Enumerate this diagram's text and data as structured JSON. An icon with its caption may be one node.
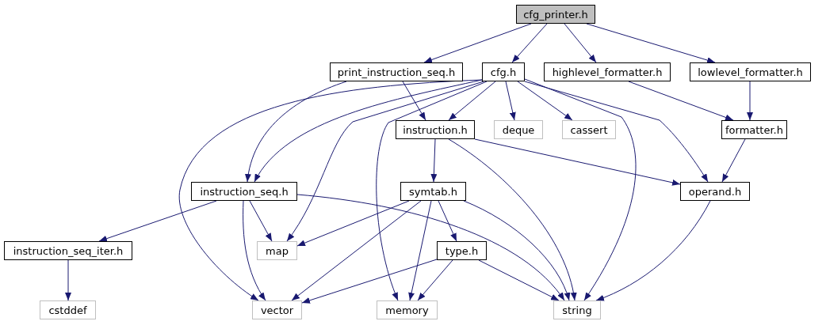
{
  "diagram": {
    "nodes": [
      {
        "text": [
          "cfg_printer.h"
        ]
      },
      {
        "text": [
          "print_instruction_seq.h"
        ]
      },
      {
        "text": [
          "cfg.h"
        ]
      },
      {
        "text": [
          "highlevel_formatter.h"
        ]
      },
      {
        "text": [
          "lowlevel_formatter.h"
        ]
      },
      {
        "text": [
          "instruction.h"
        ]
      },
      {
        "text": [
          "deque"
        ]
      },
      {
        "text": [
          "cassert"
        ]
      },
      {
        "text": [
          "formatter.h"
        ]
      },
      {
        "text": [
          "instruction_seq.h"
        ]
      },
      {
        "text": [
          "symtab.h"
        ]
      },
      {
        "text": [
          "operand.h"
        ]
      },
      {
        "text": [
          "instruction_seq_iter.h"
        ]
      },
      {
        "text": [
          "map"
        ]
      },
      {
        "text": [
          "type.h"
        ]
      },
      {
        "text": [
          "cstddef"
        ]
      },
      {
        "text": [
          "vector"
        ]
      },
      {
        "text": [
          "memory"
        ]
      },
      {
        "text": [
          "string"
        ]
      }
    ],
    "edges": [
      {
        "from": 0,
        "to": 1,
        "arrow": "to"
      },
      {
        "from": 0,
        "to": 2,
        "arrow": "to"
      },
      {
        "from": 0,
        "to": 3,
        "arrow": "to"
      },
      {
        "from": 0,
        "to": 4,
        "arrow": "to"
      },
      {
        "from": 1,
        "to": 9,
        "arrow": "to"
      },
      {
        "from": 1,
        "to": 5,
        "arrow": "to"
      },
      {
        "from": 2,
        "to": 9,
        "arrow": "to"
      },
      {
        "from": 2,
        "to": 16,
        "arrow": "to"
      },
      {
        "from": 2,
        "to": 13,
        "arrow": "to"
      },
      {
        "from": 2,
        "to": 17,
        "arrow": "to"
      },
      {
        "from": 2,
        "to": 5,
        "arrow": "to"
      },
      {
        "from": 2,
        "to": 6,
        "arrow": "to"
      },
      {
        "from": 2,
        "to": 7,
        "arrow": "to"
      },
      {
        "from": 2,
        "to": 18,
        "arrow": "to"
      },
      {
        "from": 2,
        "to": 11,
        "arrow": "to"
      },
      {
        "from": 3,
        "to": 8,
        "arrow": "to"
      },
      {
        "from": 4,
        "to": 8,
        "arrow": "to"
      },
      {
        "from": 5,
        "to": 10,
        "arrow": "to"
      },
      {
        "from": 5,
        "to": 18,
        "arrow": "to"
      },
      {
        "from": 5,
        "to": 11,
        "arrow": "to"
      },
      {
        "from": 8,
        "to": 11,
        "arrow": "to"
      },
      {
        "from": 11,
        "to": 18,
        "arrow": "to"
      },
      {
        "from": 10,
        "to": 13,
        "arrow": "to"
      },
      {
        "from": 10,
        "to": 16,
        "arrow": "to"
      },
      {
        "from": 10,
        "to": 17,
        "arrow": "to"
      },
      {
        "from": 10,
        "to": 14,
        "arrow": "to"
      },
      {
        "from": 10,
        "to": 18,
        "arrow": "to"
      },
      {
        "from": 9,
        "to": 12,
        "arrow": "to"
      },
      {
        "from": 9,
        "to": 13,
        "arrow": "to"
      },
      {
        "from": 9,
        "to": 16,
        "arrow": "to"
      },
      {
        "from": 9,
        "to": 18,
        "arrow": "to"
      },
      {
        "from": 12,
        "to": 15,
        "arrow": "to"
      },
      {
        "from": 14,
        "to": 16,
        "arrow": "to"
      },
      {
        "from": 14,
        "to": 17,
        "arrow": "to"
      },
      {
        "from": 14,
        "to": 18,
        "arrow": "to"
      }
    ]
  }
}
